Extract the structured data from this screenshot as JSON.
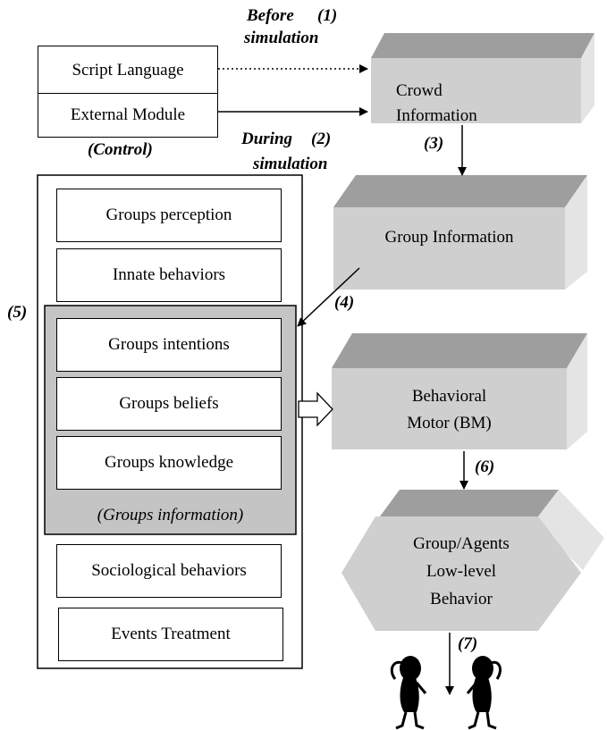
{
  "control": {
    "script_language": "Script Language",
    "external_module": "External Module",
    "caption": "(Control)"
  },
  "phases": {
    "before_word": "Before",
    "before_num": "(1)",
    "before_sim": "simulation",
    "during_word": "During",
    "during_num": "(2)",
    "during_sim": "simulation"
  },
  "blocks": {
    "crowd_line1": "Crowd",
    "crowd_line2": "Information",
    "group_info": "Group Information",
    "bm_line1": "Behavioral",
    "bm_line2": "Motor (BM)",
    "lowlevel_line1": "Group/Agents",
    "lowlevel_line2": "Low-level",
    "lowlevel_line3": "Behavior"
  },
  "group_module": {
    "label": "(5)",
    "groups_perception": "Groups perception",
    "innate_behaviors": "Innate behaviors",
    "groups_intentions": "Groups intentions",
    "groups_beliefs": "Groups beliefs",
    "groups_knowledge": "Groups knowledge",
    "groups_information": "(Groups information)",
    "sociological_behaviors": "Sociological behaviors",
    "events_treatment": "Events Treatment"
  },
  "step_labels": {
    "s3": "(3)",
    "s4": "(4)",
    "s6": "(6)",
    "s7": "(7)"
  },
  "colors": {
    "block_front": "#cfcfcf",
    "block_top": "#9e9e9e",
    "block_side": "#e4e4e4",
    "info_panel": "#c4c4c4"
  }
}
